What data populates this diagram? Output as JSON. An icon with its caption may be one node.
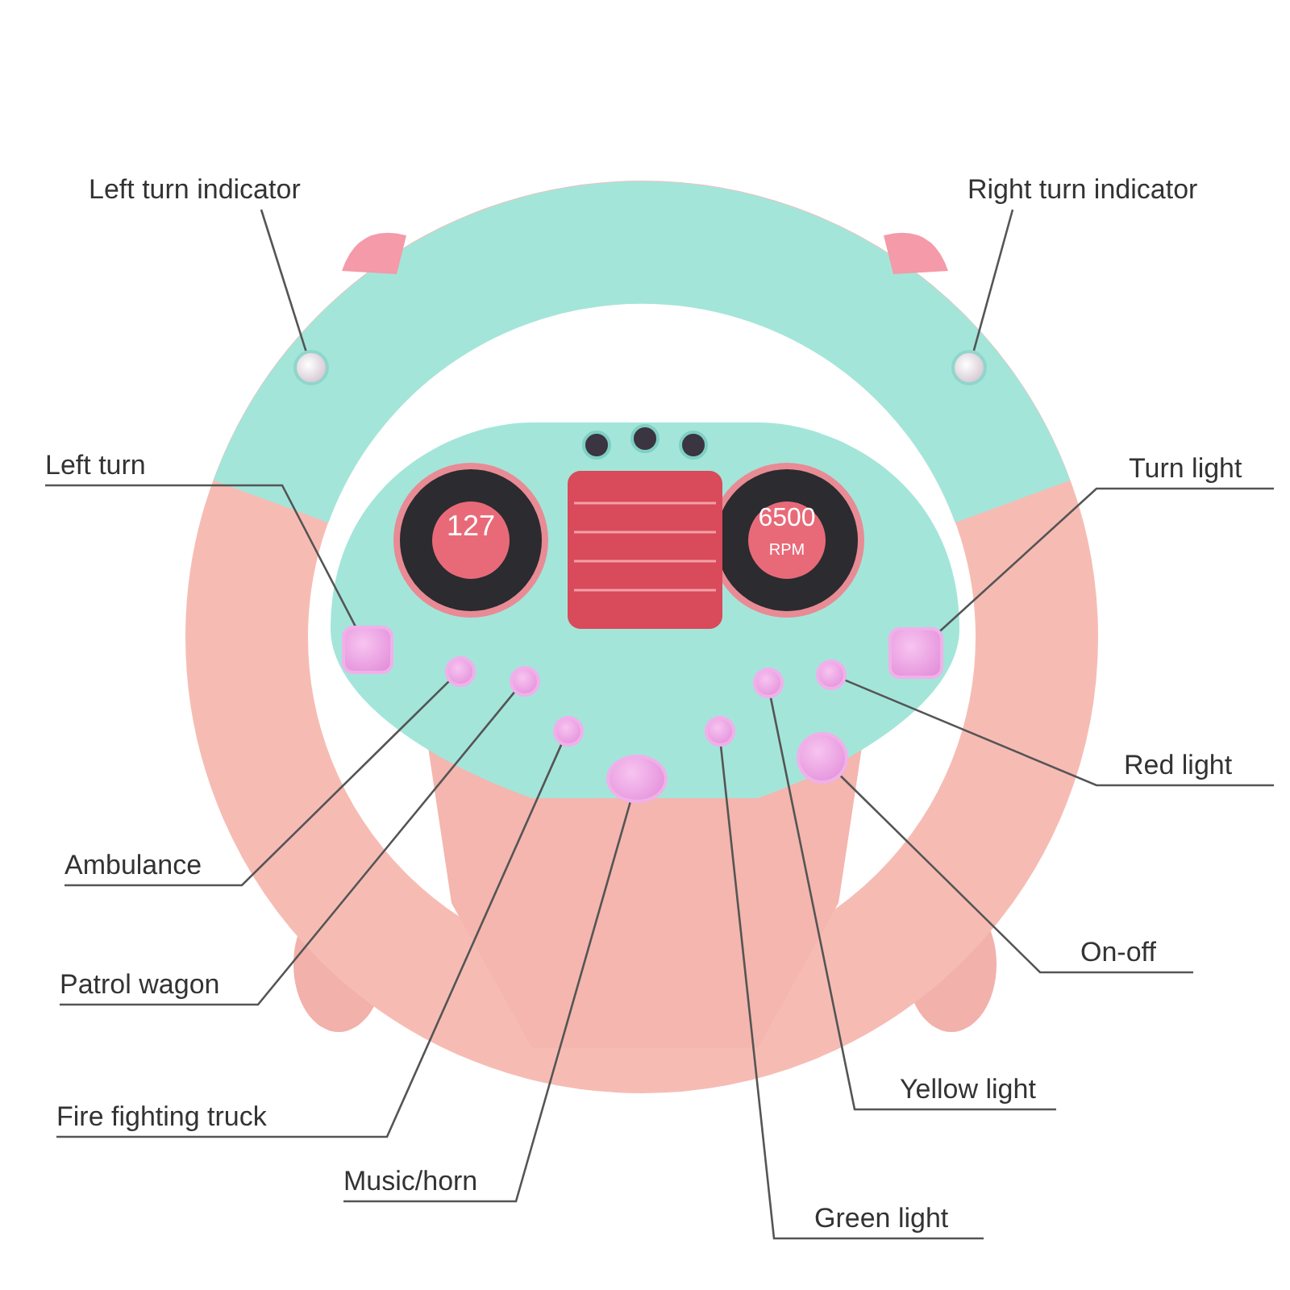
{
  "diagram": {
    "nodes": [
      {
        "text": [
          "Left turn indicator"
        ]
      },
      {
        "text": [
          "Right turn indicator"
        ]
      },
      {
        "text": [
          "Left turn"
        ]
      },
      {
        "text": [
          "Turn light"
        ]
      },
      {
        "text": [
          "Red light"
        ]
      },
      {
        "text": [
          "Ambulance"
        ]
      },
      {
        "text": [
          "On-off"
        ]
      },
      {
        "text": [
          "Patrol wagon"
        ]
      },
      {
        "text": [
          "Yellow light"
        ]
      },
      {
        "text": [
          "Fire fighting truck"
        ]
      },
      {
        "text": [
          "Music/horn"
        ]
      },
      {
        "text": [
          "Green light"
        ]
      },
      {
        "text": [],
        "shape": "circle"
      },
      {
        "text": [],
        "shape": "box"
      },
      {
        "text": [],
        "shape": "circle"
      },
      {
        "text": [],
        "shape": "circle"
      },
      {
        "text": [],
        "shape": "circle"
      },
      {
        "text": [],
        "shape": "circle"
      },
      {
        "text": [],
        "shape": "circle"
      },
      {
        "text": [],
        "shape": "circle"
      },
      {
        "text": [],
        "shape": "circle"
      },
      {
        "text": [],
        "shape": "circle"
      },
      {
        "text": [],
        "shape": "box"
      },
      {
        "text": [],
        "shape": "circle"
      }
    ],
    "edges": [
      {
        "from": 0,
        "to": 12,
        "arrow": "none"
      },
      {
        "from": 1,
        "to": 23,
        "arrow": "none"
      },
      {
        "from": 2,
        "to": 13,
        "arrow": "none"
      },
      {
        "from": 3,
        "to": 22,
        "arrow": "none"
      },
      {
        "from": 4,
        "to": 21,
        "arrow": "none"
      },
      {
        "from": 5,
        "to": 14,
        "arrow": "none"
      },
      {
        "from": 6,
        "to": 20,
        "arrow": "none"
      },
      {
        "from": 7,
        "to": 15,
        "arrow": "none"
      },
      {
        "from": 8,
        "to": 19,
        "arrow": "none"
      },
      {
        "from": 9,
        "to": 16,
        "arrow": "none"
      },
      {
        "from": 10,
        "to": 17,
        "arrow": "none"
      },
      {
        "from": 11,
        "to": 18,
        "arrow": "none"
      }
    ],
    "labels": [
      "127",
      "6500",
      "RPM"
    ]
  }
}
